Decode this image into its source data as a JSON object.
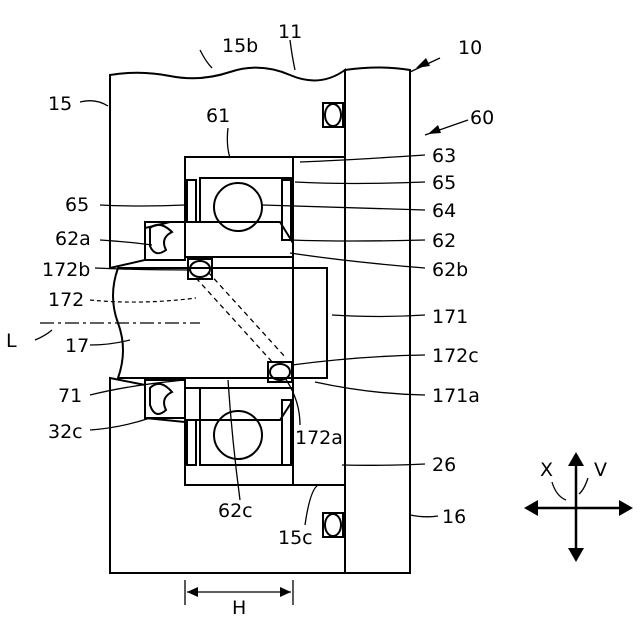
{
  "figure": {
    "labels": {
      "n10": "10",
      "n11": "11",
      "n15b": "15b",
      "n15": "15",
      "n61": "61",
      "n60": "60",
      "n63": "63",
      "n65_right": "65",
      "n65_left": "65",
      "n64": "64",
      "n62a": "62a",
      "n62": "62",
      "n172b": "172b",
      "n62b": "62b",
      "n172": "172",
      "n171": "171",
      "nL": "L",
      "n17": "17",
      "n172c": "172c",
      "n71": "71",
      "n171a": "171a",
      "n32c": "32c",
      "n172a": "172a",
      "n26": "26",
      "n62c": "62c",
      "n16": "16",
      "n15c": "15c",
      "nH": "H",
      "nX": "X",
      "nV": "V"
    }
  }
}
